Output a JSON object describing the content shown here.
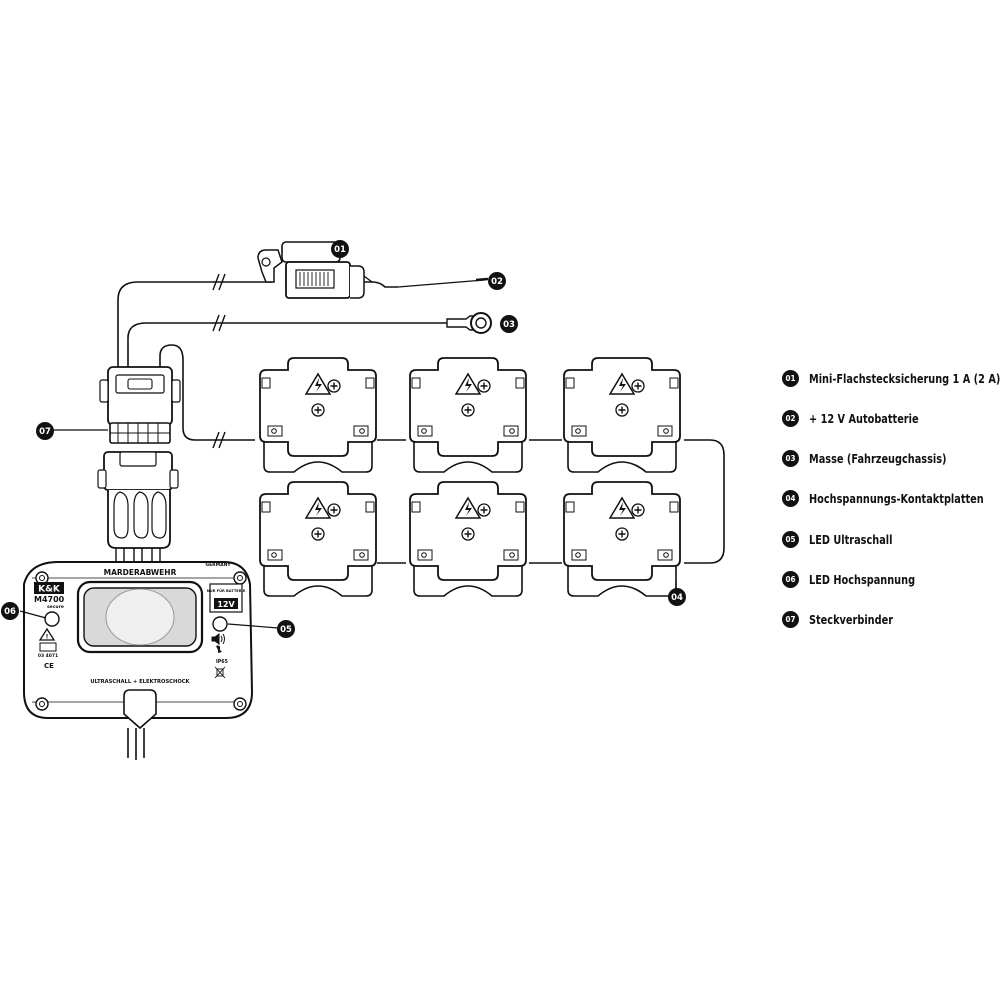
{
  "callouts": {
    "c01": "01",
    "c02": "02",
    "c03": "03",
    "c04": "04",
    "c05": "05",
    "c06": "06",
    "c07": "07"
  },
  "device": {
    "brand": "K&K",
    "model": "M4700",
    "model_sub": "secure",
    "title": "MARDERABWEHR",
    "country": "GERMANY",
    "battery_note": "NUR FÜR BATTERIE",
    "voltage": "12V",
    "bottom_text": "ULTRASCHALL + ELEKTROSCHOCK",
    "ip_rating": "IP65",
    "part_number": "03 4071",
    "ce_mark": "CE"
  },
  "legend": [
    {
      "number": "01",
      "label": "Mini-Flachstecksicherung 1 A (2 A)"
    },
    {
      "number": "02",
      "label": "+ 12 V Autobatterie"
    },
    {
      "number": "03",
      "label": "Masse (Fahrzeugchassis)"
    },
    {
      "number": "04",
      "label": "Hochspannungs-Kontaktplatten"
    },
    {
      "number": "05",
      "label": "LED Ultraschall"
    },
    {
      "number": "06",
      "label": "LED Hochspannung"
    },
    {
      "number": "07",
      "label": "Steckverbinder"
    }
  ]
}
